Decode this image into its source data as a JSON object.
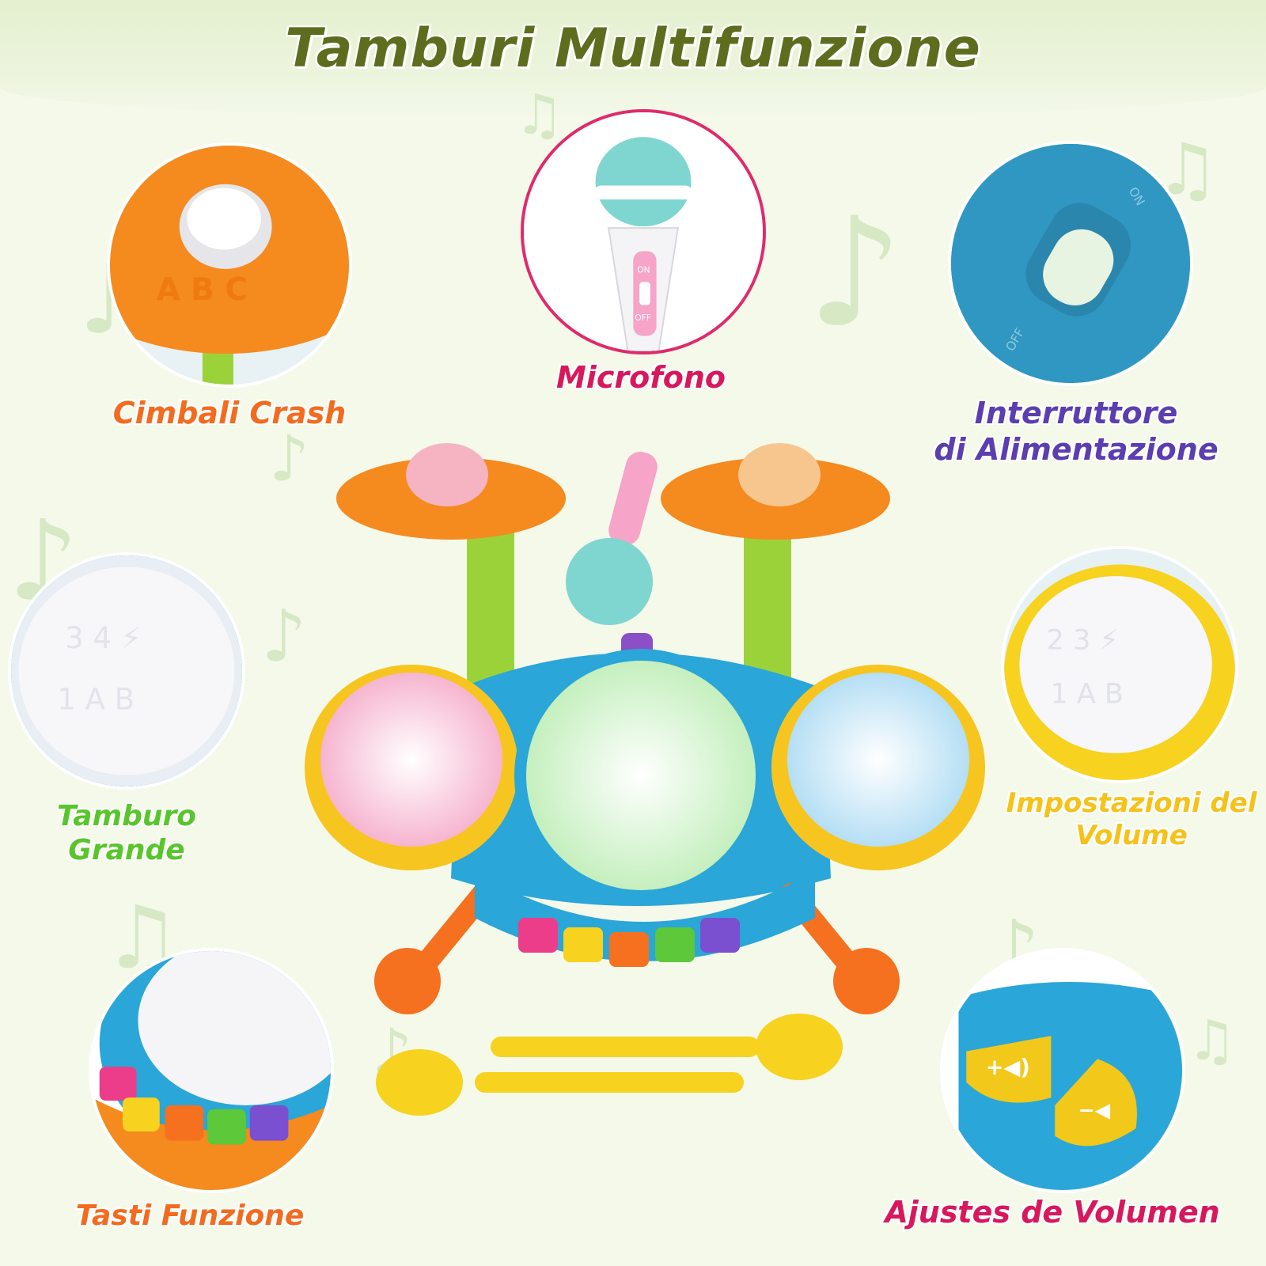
{
  "title": "Tamburi Multifunzione",
  "labels": {
    "cymbals": "Cimbali Crash",
    "microphone": "Microfono",
    "power_line1": "Interruttore",
    "power_line2": "di Alimentazione",
    "big_drum_line1": "Tamburo",
    "big_drum_line2": "Grande",
    "volume_line1": "Impostazioni del",
    "volume_line2": "Volume",
    "function_keys": "Tasti Funzione",
    "volume_es": "Ajustes de Volumen"
  },
  "switch_text": {
    "on": "ON",
    "off": "OFF"
  },
  "colors": {
    "title": "#5c6e1e",
    "cymbal_orange": "#f58a1f",
    "drum_blue": "#2aa6d8",
    "drum_yellow": "#f7c51f",
    "mic_teal": "#7fd6d0",
    "accent_pink": "#d8185c",
    "accent_purple": "#5b3eb0",
    "accent_green": "#58c62a"
  }
}
